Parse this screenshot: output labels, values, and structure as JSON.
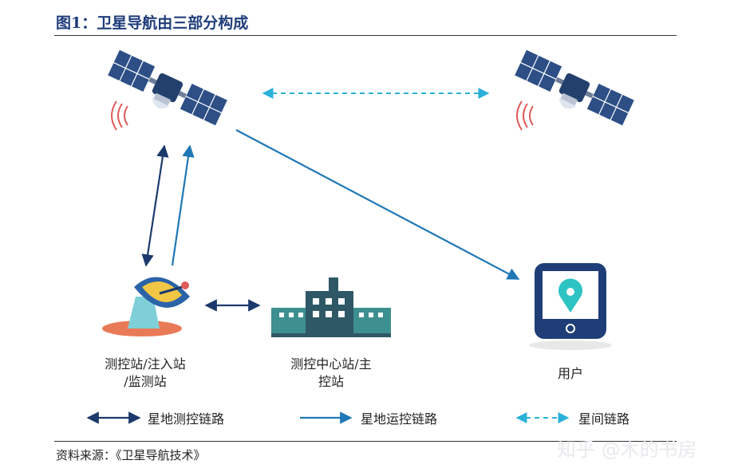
{
  "title": "图1：卫星导航由三部分构成",
  "nodes": {
    "ground_station_line1": "测控站/注入站",
    "ground_station_line2": "/监测站",
    "control_center_line1": "测控中心站/主",
    "control_center_line2": "控站",
    "user": "用户"
  },
  "legend": {
    "sat_ground_tt": "星地测控链路",
    "sat_ground_ops": "星地运控链路",
    "inter_sat": "星间链路"
  },
  "source": "资料来源：《卫星导航技术》",
  "watermark": "知乎 @木的书房",
  "colors": {
    "dark_blue": "#1b3a6b",
    "mid_blue": "#1f78b4",
    "light_blue": "#2bb0d9",
    "satellite_panel": "#2d4f86",
    "signal_red": "#e05a5a",
    "teal": "#2ec3c3"
  },
  "icons": [
    "satellite-icon",
    "satellite-dish-icon",
    "control-building-icon",
    "smartphone-icon",
    "location-pin-icon"
  ]
}
